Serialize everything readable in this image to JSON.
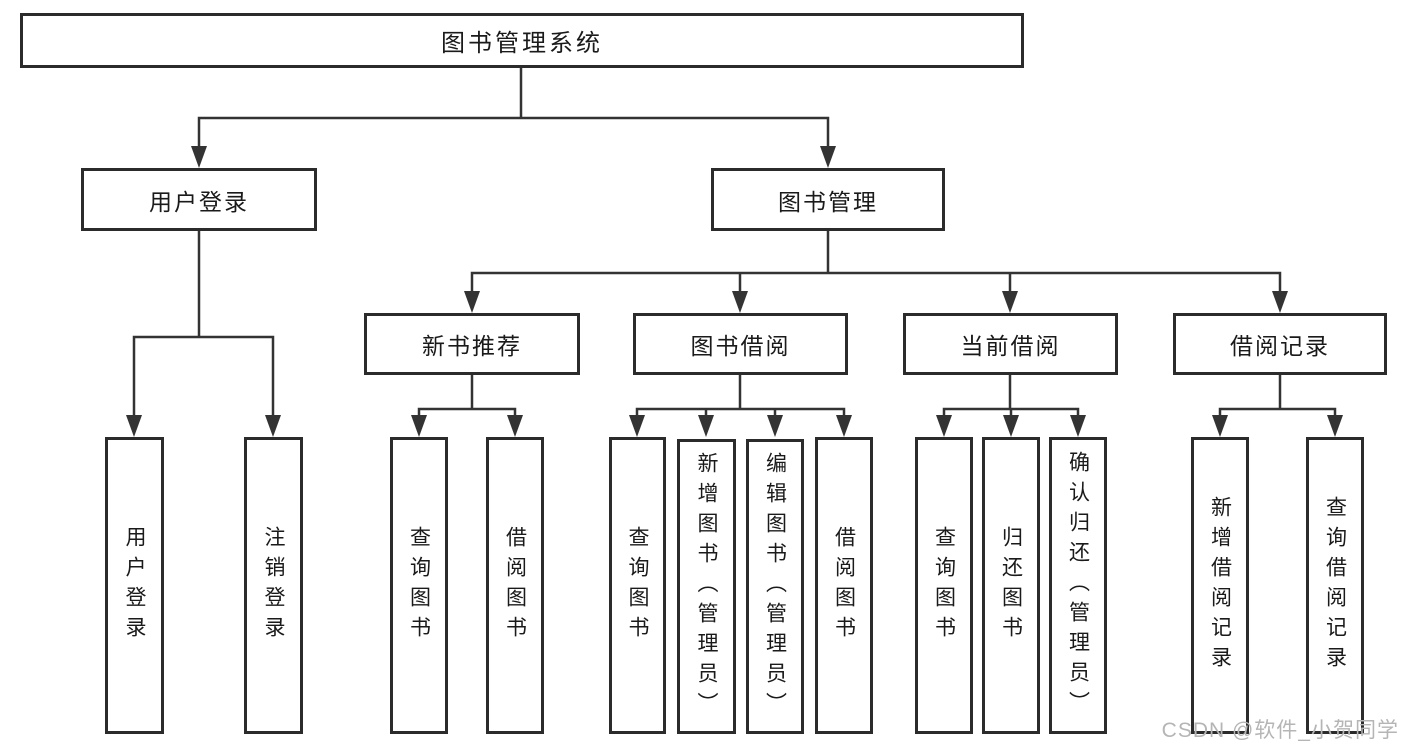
{
  "tree": {
    "root": {
      "label": "图书管理系统"
    },
    "level2": [
      {
        "label": "用户登录",
        "children": [
          "用户登录",
          "注销登录"
        ]
      },
      {
        "label": "图书管理",
        "children": [
          {
            "label": "新书推荐",
            "children": [
              "查询图书",
              "借阅图书"
            ]
          },
          {
            "label": "图书借阅",
            "children": [
              "查询图书",
              "新增图书（管理员）",
              "编辑图书（管理员）",
              "借阅图书"
            ]
          },
          {
            "label": "当前借阅",
            "children": [
              "查询图书",
              "归还图书",
              "确认归还（管理员）"
            ]
          },
          {
            "label": "借阅记录",
            "children": [
              "新增借阅记录",
              "查询借阅记录"
            ]
          }
        ]
      }
    ]
  },
  "watermark": "CSDN @软件_小贺同学",
  "colors": {
    "line": "#333333",
    "box_border": "#2b2b2b",
    "text": "#1a1a1a",
    "watermark": "#b5b5b5",
    "background": "#ffffff"
  }
}
